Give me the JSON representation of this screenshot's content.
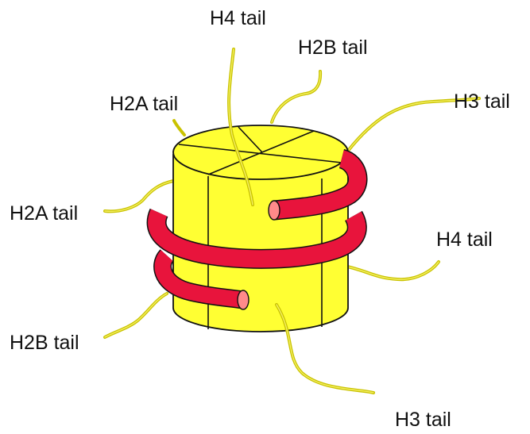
{
  "labels": {
    "h4_top": "H4 tail",
    "h2b_top": "H2B tail",
    "h2a_top": "H2A tail",
    "h3_right": "H3 tail",
    "h2a_left": "H2A tail",
    "h4_right": "H4 tail",
    "h2b_left": "H2B tail",
    "h3_bottom": "H3 tail"
  },
  "colors": {
    "histone_core": "#ffff33",
    "dna": "#e8143c",
    "tail": "#c9c200",
    "outline": "#111111"
  }
}
